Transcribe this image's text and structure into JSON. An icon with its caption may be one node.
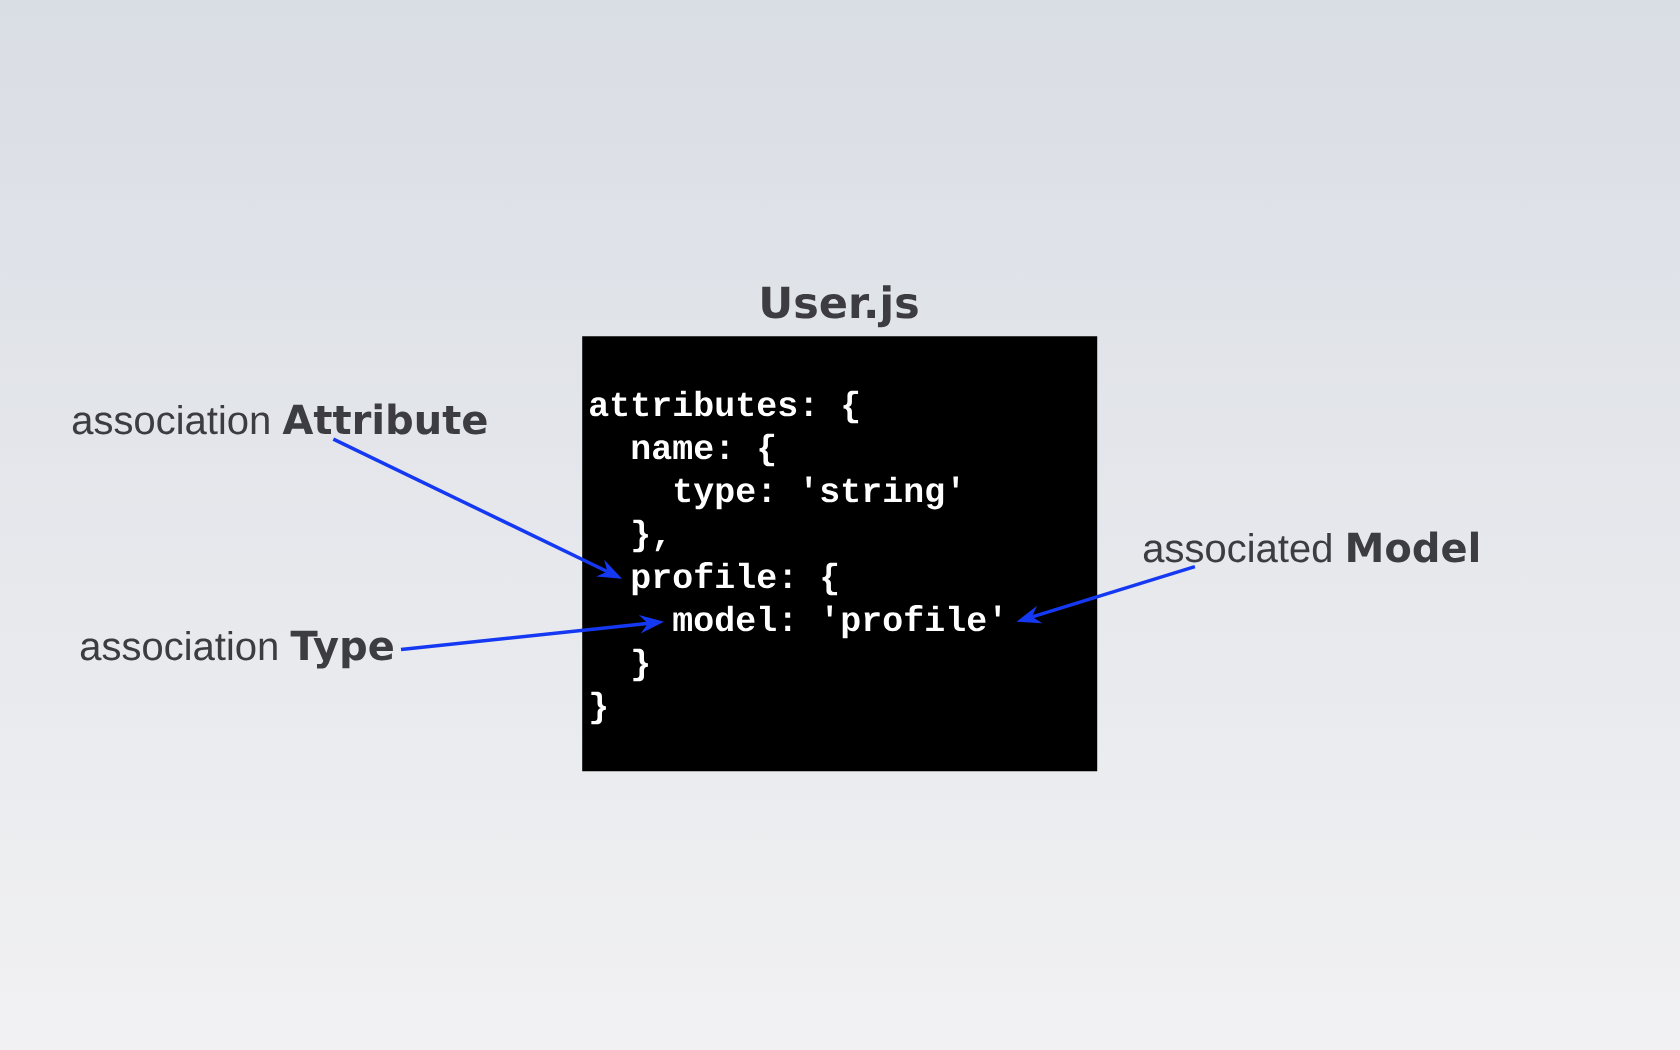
{
  "diagram": {
    "nodes": [
      {
        "text": [
          "User.js"
        ]
      },
      {
        "text": [
          "profile: {"
        ],
        "in": 0
      },
      {
        "text": [
          "model: 'profile'"
        ],
        "in": 0
      },
      {
        "text": [
          "association **Attribute**"
        ]
      },
      {
        "text": [
          "association **Type**"
        ]
      },
      {
        "text": [
          "associated **Model**"
        ]
      }
    ],
    "edges": [
      {
        "from": 3,
        "to": 1,
        "arrow": "to"
      },
      {
        "from": 4,
        "to": 2,
        "arrow": "to"
      },
      {
        "from": 5,
        "to": 2,
        "arrow": "to"
      }
    ],
    "labels": [
      "attributes: {",
      "name: {",
      "type: 'string'",
      "},",
      "}",
      "}"
    ]
  }
}
